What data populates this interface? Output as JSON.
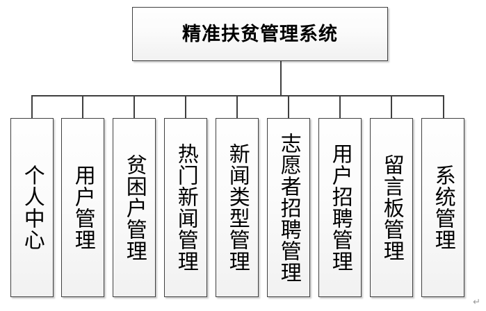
{
  "diagram": {
    "type": "tree",
    "title": "精准扶贫管理系统",
    "root": {
      "label": "精准扶贫管理系统"
    },
    "children": [
      {
        "label": "个人中心"
      },
      {
        "label": "用户管理"
      },
      {
        "label": "贫困户管理"
      },
      {
        "label": "热门新闻管理"
      },
      {
        "label": "新闻类型管理"
      },
      {
        "label": "志愿者招聘管理"
      },
      {
        "label": "用户招聘管理"
      },
      {
        "label": "留言板管理"
      },
      {
        "label": "系统管理"
      }
    ],
    "marks": {
      "paragraph_mark": "↵"
    },
    "colors": {
      "border": "#3f3f3f",
      "line": "#3f3f3f",
      "fill_top": "#fefefe",
      "fill_bottom": "#f1f1f1",
      "text": "#000000",
      "mark": "#9a9a9a",
      "background": "#ffffff"
    }
  }
}
